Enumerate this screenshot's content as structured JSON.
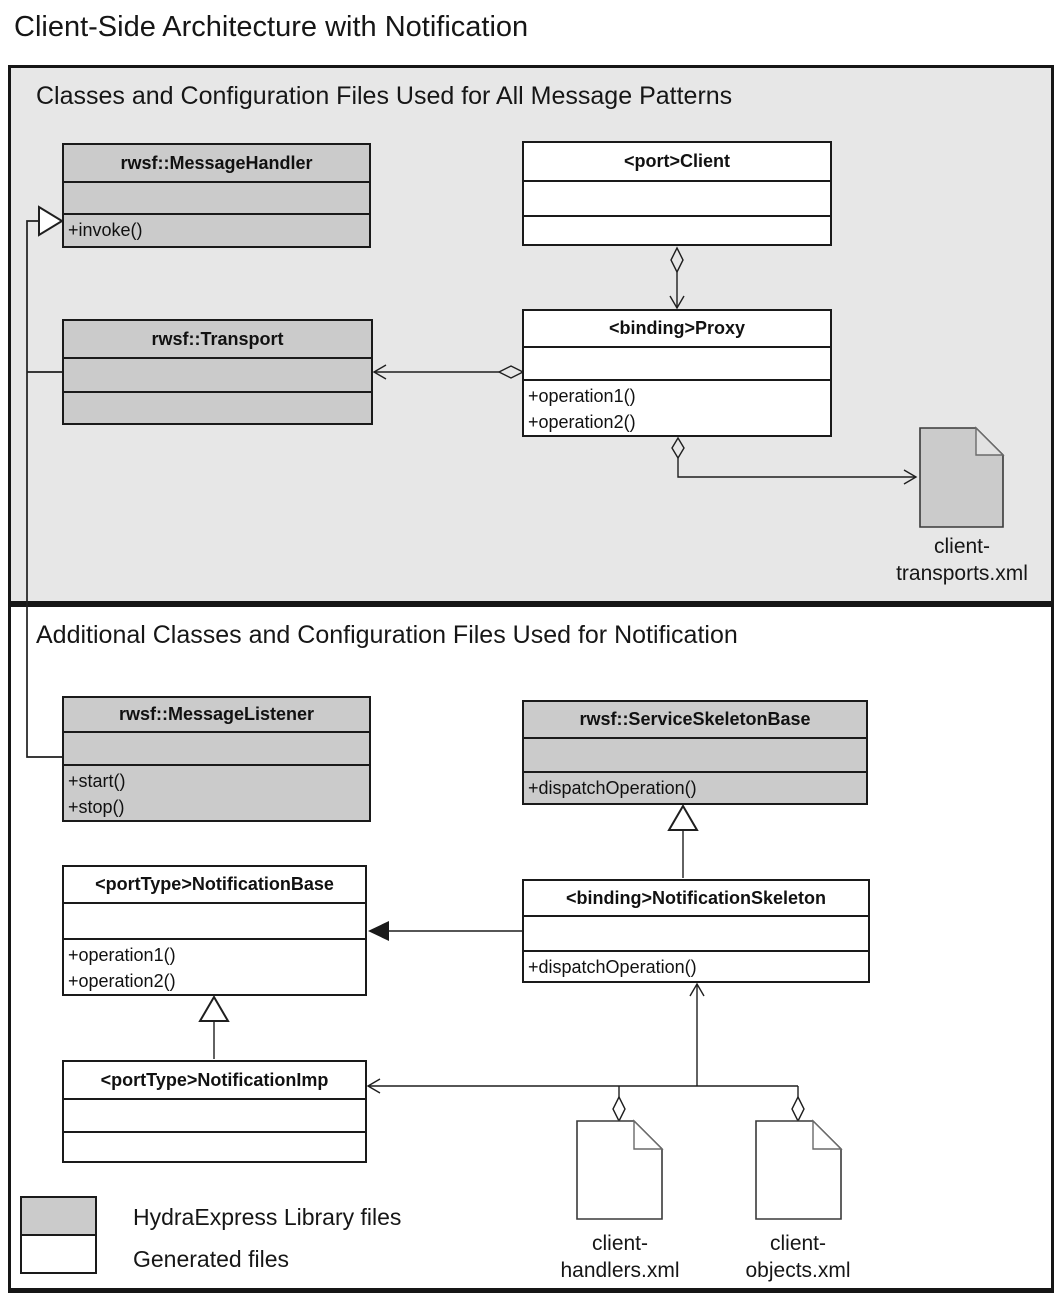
{
  "title": "Client-Side Architecture with Notification",
  "sections": {
    "all_patterns": {
      "heading": "Classes and Configuration Files Used for All Message Patterns"
    },
    "notification": {
      "heading": "Additional Classes and Configuration Files Used for Notification"
    }
  },
  "classes": [
    {
      "name": "rwsf::MessageHandler",
      "type": "library",
      "ops": [
        "+invoke()"
      ]
    },
    {
      "name": "<port>Client",
      "type": "generated",
      "ops": []
    },
    {
      "name": "rwsf::Transport",
      "type": "library",
      "ops": []
    },
    {
      "name": "<binding>Proxy",
      "type": "generated",
      "ops": [
        "+operation1()",
        "+operation2()"
      ]
    },
    {
      "name": "rwsf::MessageListener",
      "type": "library",
      "ops": [
        "+start()",
        "+stop()"
      ]
    },
    {
      "name": "rwsf::ServiceSkeletonBase",
      "type": "library",
      "ops": [
        "+dispatchOperation()"
      ]
    },
    {
      "name": "<binding>NotificationSkeleton",
      "type": "generated",
      "ops": [
        "+dispatchOperation()"
      ]
    },
    {
      "name": "<portType>NotificationBase",
      "type": "generated",
      "ops": [
        "+operation1()",
        "+operation2()"
      ]
    },
    {
      "name": "<portType>NotificationImp",
      "type": "generated",
      "ops": []
    }
  ],
  "files": [
    {
      "name": "client-transports.xml",
      "line1": "client-",
      "line2": "transports.xml",
      "type": "library"
    },
    {
      "name": "client-handlers.xml",
      "line1": "client-",
      "line2": "handlers.xml",
      "type": "generated"
    },
    {
      "name": "client-objects.xml",
      "line1": "client-",
      "line2": "objects.xml",
      "type": "generated"
    }
  ],
  "legend": {
    "library_label": "HydraExpress Library files",
    "generated_label": "Generated files"
  },
  "colors": {
    "library_fill": "#cbcbcb",
    "generated_fill": "#ffffff",
    "section_fill": "#e7e7e7",
    "border": "#1a1a1a"
  }
}
